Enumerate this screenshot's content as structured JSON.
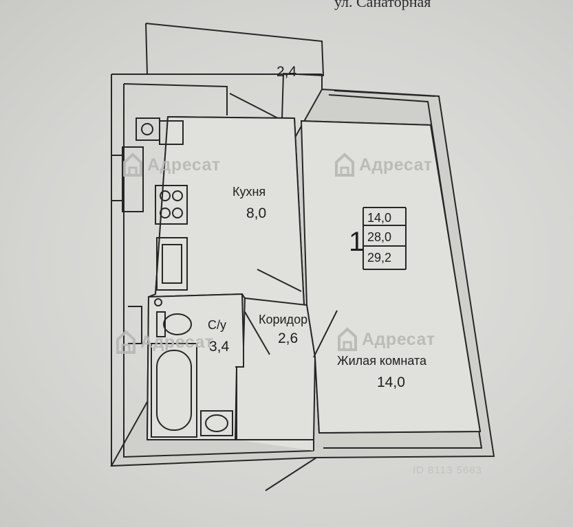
{
  "header": {
    "street_fragment": "ул. Санаторная"
  },
  "balcony": {
    "area": "2,4"
  },
  "rooms": [
    {
      "name": "Кухня",
      "area": "8,0"
    },
    {
      "name": "Коридор",
      "area": "2,6"
    },
    {
      "name": "С/у",
      "area": "3,4"
    },
    {
      "name": "Жилая комната",
      "area": "14,0"
    }
  ],
  "summary": {
    "rooms_count": "1",
    "living_area": "14,0",
    "total_area": "28,0",
    "total_area_with_balcony": "29,2"
  },
  "watermark": {
    "brand": "Адресат",
    "listing_id": "ID 8113  5683"
  },
  "colors": {
    "background": "#d6d6d4",
    "wall_fill": "#cfcfcc",
    "line": "#262626",
    "watermark": "#b7b7b5"
  }
}
